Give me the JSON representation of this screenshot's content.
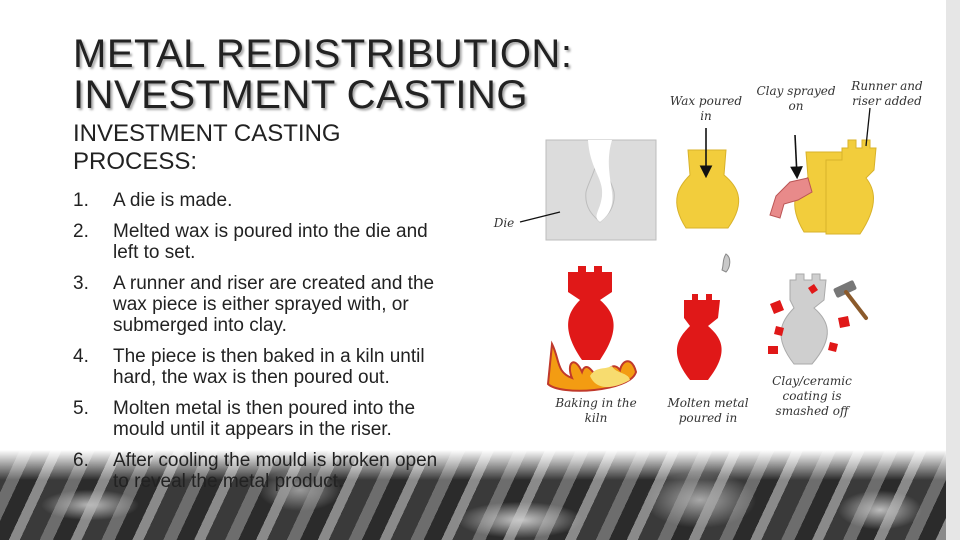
{
  "slide": {
    "title_line1": "METAL REDISTRIBUTION:",
    "title_line2": "INVESTMENT CASTING",
    "subheading_line1": "INVESTMENT CASTING",
    "subheading_line2": "PROCESS:"
  },
  "steps": [
    {
      "number": "1.",
      "text": "A die is made."
    },
    {
      "number": "2.",
      "text": "Melted wax is poured into the die and left to set."
    },
    {
      "number": "3.",
      "text": "A runner and riser are created and the wax piece is either sprayed with, or submerged into clay."
    },
    {
      "number": "4.",
      "text": "The piece is then baked in a kiln until hard, the wax is then poured out."
    },
    {
      "number": "5.",
      "text": "Molten metal is then poured into the mould until it appears in the riser."
    },
    {
      "number": "6.",
      "text": "After cooling the mould is broken open to reveal the metal product."
    }
  ],
  "diagram": {
    "captions": {
      "die": "Die",
      "wax_poured": "Wax poured in",
      "clay_sprayed": "Clay sprayed on",
      "runner_riser": "Runner and riser added",
      "baking": "Baking in the kiln",
      "molten_metal": "Molten metal poured in",
      "clay_smashed": "Clay/ceramic coating is smashed off"
    },
    "colors": {
      "wax": "#f2cd3c",
      "metal_red": "#e01818",
      "die_grey": "#d9d9d9",
      "clay_grey": "#c8c8c8",
      "flame_orange": "#f39c12",
      "spray_pink": "#e88a8a"
    }
  }
}
